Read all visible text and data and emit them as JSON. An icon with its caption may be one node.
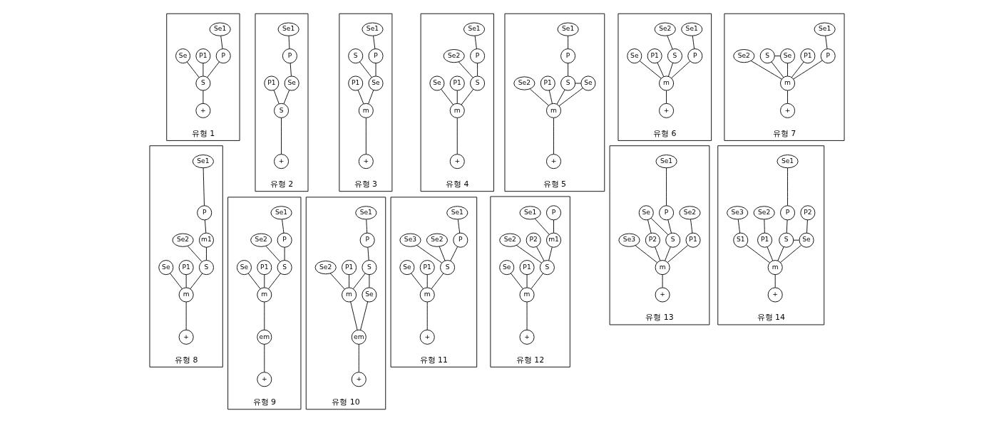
{
  "diagram": {
    "nodes": [
      {
        "text": [
          "유형 1"
        ]
      },
      {
        "text": [
          "Se1"
        ],
        "in": 0
      },
      {
        "text": [
          "P1"
        ],
        "in": 0
      },
      {
        "text": [
          "P"
        ],
        "in": 0
      },
      {
        "text": [
          "Se"
        ],
        "in": 0
      },
      {
        "text": [
          "S"
        ],
        "in": 0
      },
      {
        "text": [
          "+"
        ],
        "in": 0
      },
      {
        "text": [
          "유형 2"
        ]
      },
      {
        "text": [
          "Se1"
        ],
        "in": 7
      },
      {
        "text": [
          "P"
        ],
        "in": 7
      },
      {
        "text": [
          "P1"
        ],
        "in": 7
      },
      {
        "text": [
          "Se"
        ],
        "in": 7
      },
      {
        "text": [
          "S"
        ],
        "in": 7
      },
      {
        "text": [
          "+"
        ],
        "in": 7
      },
      {
        "text": [
          "유형 3"
        ]
      },
      {
        "text": [
          "Se1"
        ],
        "in": 14
      },
      {
        "text": [
          "S"
        ],
        "in": 14
      },
      {
        "text": [
          "P"
        ],
        "in": 14
      },
      {
        "text": [
          "P1"
        ],
        "in": 14
      },
      {
        "text": [
          "Se"
        ],
        "in": 14
      },
      {
        "text": [
          "m"
        ],
        "in": 14
      },
      {
        "text": [
          "+"
        ],
        "in": 14
      },
      {
        "text": [
          "유형 4"
        ]
      },
      {
        "text": [
          "Se1"
        ],
        "in": 22
      },
      {
        "text": [
          "P"
        ],
        "in": 22
      },
      {
        "text": [
          "Se2"
        ],
        "in": 22
      },
      {
        "text": [
          "P1"
        ],
        "in": 22
      },
      {
        "text": [
          "S"
        ],
        "in": 22
      },
      {
        "text": [
          "Se"
        ],
        "in": 22
      },
      {
        "text": [
          "m"
        ],
        "in": 22
      },
      {
        "text": [
          "+"
        ],
        "in": 22
      },
      {
        "text": [
          "유형 5"
        ]
      },
      {
        "text": [
          "Se1"
        ],
        "in": 31
      },
      {
        "text": [
          "P"
        ],
        "in": 31
      },
      {
        "text": [
          "P1"
        ],
        "in": 31
      },
      {
        "text": [
          "S"
        ],
        "in": 31
      },
      {
        "text": [
          "Se"
        ],
        "in": 31
      },
      {
        "text": [
          "Se2"
        ],
        "in": 31
      },
      {
        "text": [
          "m"
        ],
        "in": 31
      },
      {
        "text": [
          "+"
        ],
        "in": 31
      },
      {
        "text": [
          "유형 6"
        ]
      },
      {
        "text": [
          "Se1"
        ],
        "in": 40
      },
      {
        "text": [
          "Se2"
        ],
        "in": 40
      },
      {
        "text": [
          "P1"
        ],
        "in": 40
      },
      {
        "text": [
          "P"
        ],
        "in": 40
      },
      {
        "text": [
          "S"
        ],
        "in": 40
      },
      {
        "text": [
          "Se"
        ],
        "in": 40
      },
      {
        "text": [
          "m"
        ],
        "in": 40
      },
      {
        "text": [
          "+"
        ],
        "in": 40
      },
      {
        "text": [
          "유형 7"
        ]
      },
      {
        "text": [
          "Se1"
        ],
        "in": 49
      },
      {
        "text": [
          "P1"
        ],
        "in": 49
      },
      {
        "text": [
          "P"
        ],
        "in": 49
      },
      {
        "text": [
          "S"
        ],
        "in": 49
      },
      {
        "text": [
          "Se"
        ],
        "in": 49
      },
      {
        "text": [
          "Se2"
        ],
        "in": 49
      },
      {
        "text": [
          "m"
        ],
        "in": 49
      },
      {
        "text": [
          "+"
        ],
        "in": 49
      },
      {
        "text": [
          "유형 8"
        ]
      },
      {
        "text": [
          "Se1"
        ],
        "in": 58
      },
      {
        "text": [
          "P"
        ],
        "in": 58
      },
      {
        "text": [
          "m1"
        ],
        "in": 58
      },
      {
        "text": [
          "Se2"
        ],
        "in": 58
      },
      {
        "text": [
          "P1"
        ],
        "in": 58
      },
      {
        "text": [
          "S"
        ],
        "in": 58
      },
      {
        "text": [
          "Se"
        ],
        "in": 58
      },
      {
        "text": [
          "m"
        ],
        "in": 58
      },
      {
        "text": [
          "+"
        ],
        "in": 58
      },
      {
        "text": [
          "유형 9"
        ]
      },
      {
        "text": [
          "Se1"
        ],
        "in": 68
      },
      {
        "text": [
          "P"
        ],
        "in": 68
      },
      {
        "text": [
          "Se2"
        ],
        "in": 68
      },
      {
        "text": [
          "P1"
        ],
        "in": 68
      },
      {
        "text": [
          "S"
        ],
        "in": 68
      },
      {
        "text": [
          "Se"
        ],
        "in": 68
      },
      {
        "text": [
          "m"
        ],
        "in": 68
      },
      {
        "text": [
          "em"
        ],
        "in": 68
      },
      {
        "text": [
          "+"
        ],
        "in": 68
      },
      {
        "text": [
          "유형 10"
        ]
      },
      {
        "text": [
          "Se1"
        ],
        "in": 78
      },
      {
        "text": [
          "P"
        ],
        "in": 78
      },
      {
        "text": [
          "P1"
        ],
        "in": 78
      },
      {
        "text": [
          "Se2"
        ],
        "in": 78
      },
      {
        "text": [
          "S"
        ],
        "in": 78
      },
      {
        "text": [
          "m"
        ],
        "in": 78
      },
      {
        "text": [
          "Se"
        ],
        "in": 78
      },
      {
        "text": [
          "em"
        ],
        "in": 78
      },
      {
        "text": [
          "+"
        ],
        "in": 78
      },
      {
        "text": [
          "유형 11"
        ]
      },
      {
        "text": [
          "Se1"
        ],
        "in": 88
      },
      {
        "text": [
          "Se2"
        ],
        "in": 88
      },
      {
        "text": [
          "P"
        ],
        "in": 88
      },
      {
        "text": [
          "Se3"
        ],
        "in": 88
      },
      {
        "text": [
          "P1"
        ],
        "in": 88
      },
      {
        "text": [
          "S"
        ],
        "in": 88
      },
      {
        "text": [
          "Se"
        ],
        "in": 88
      },
      {
        "text": [
          "m"
        ],
        "in": 88
      },
      {
        "text": [
          "+"
        ],
        "in": 88
      },
      {
        "text": [
          "유형 12"
        ]
      },
      {
        "text": [
          "P"
        ],
        "in": 98
      },
      {
        "text": [
          "Se1"
        ],
        "in": 98
      },
      {
        "text": [
          "P2"
        ],
        "in": 98
      },
      {
        "text": [
          "m1"
        ],
        "in": 98
      },
      {
        "text": [
          "Se2"
        ],
        "in": 98
      },
      {
        "text": [
          "P1"
        ],
        "in": 98
      },
      {
        "text": [
          "S"
        ],
        "in": 98
      },
      {
        "text": [
          "Se"
        ],
        "in": 98
      },
      {
        "text": [
          "m"
        ],
        "in": 98
      },
      {
        "text": [
          "+"
        ],
        "in": 98
      },
      {
        "text": [
          "유형 13"
        ]
      },
      {
        "text": [
          "Se1"
        ],
        "in": 109
      },
      {
        "text": [
          "Se2"
        ],
        "in": 109
      },
      {
        "text": [
          "Se"
        ],
        "in": 109
      },
      {
        "text": [
          "P"
        ],
        "in": 109
      },
      {
        "text": [
          "P1"
        ],
        "in": 109
      },
      {
        "text": [
          "P2"
        ],
        "in": 109
      },
      {
        "text": [
          "S"
        ],
        "in": 109
      },
      {
        "text": [
          "Se3"
        ],
        "in": 109
      },
      {
        "text": [
          "m"
        ],
        "in": 109
      },
      {
        "text": [
          "+"
        ],
        "in": 109
      },
      {
        "text": [
          "유형 14"
        ]
      },
      {
        "text": [
          "Se1"
        ],
        "in": 120
      },
      {
        "text": [
          "Se2"
        ],
        "in": 120
      },
      {
        "text": [
          "Se3"
        ],
        "in": 120
      },
      {
        "text": [
          "P"
        ],
        "in": 120
      },
      {
        "text": [
          "P2"
        ],
        "in": 120
      },
      {
        "text": [
          "P1"
        ],
        "in": 120
      },
      {
        "text": [
          "S1"
        ],
        "in": 120
      },
      {
        "text": [
          "S"
        ],
        "in": 120
      },
      {
        "text": [
          "Se"
        ],
        "in": 120
      },
      {
        "text": [
          "m"
        ],
        "in": 120
      },
      {
        "text": [
          "+"
        ],
        "in": 120
      }
    ],
    "edges": [
      {
        "from": 1,
        "to": 3,
        "arrow": "none"
      },
      {
        "from": 2,
        "to": 5,
        "arrow": "none"
      },
      {
        "from": 3,
        "to": 5,
        "arrow": "none"
      },
      {
        "from": 4,
        "to": 5,
        "arrow": "none"
      },
      {
        "from": 5,
        "to": 6,
        "arrow": "none"
      },
      {
        "from": 8,
        "to": 9,
        "arrow": "none"
      },
      {
        "from": 9,
        "to": 11,
        "arrow": "none"
      },
      {
        "from": 10,
        "to": 12,
        "arrow": "none"
      },
      {
        "from": 11,
        "to": 12,
        "arrow": "none"
      },
      {
        "from": 12,
        "to": 13,
        "arrow": "none"
      },
      {
        "from": 15,
        "to": 17,
        "arrow": "none"
      },
      {
        "from": 16,
        "to": 19,
        "arrow": "none"
      },
      {
        "from": 17,
        "to": 19,
        "arrow": "none"
      },
      {
        "from": 18,
        "to": 20,
        "arrow": "none"
      },
      {
        "from": 19,
        "to": 20,
        "arrow": "none"
      },
      {
        "from": 20,
        "to": 21,
        "arrow": "none"
      },
      {
        "from": 23,
        "to": 24,
        "arrow": "none"
      },
      {
        "from": 24,
        "to": 27,
        "arrow": "none"
      },
      {
        "from": 25,
        "to": 27,
        "arrow": "none"
      },
      {
        "from": 26,
        "to": 29,
        "arrow": "none"
      },
      {
        "from": 27,
        "to": 29,
        "arrow": "none"
      },
      {
        "from": 28,
        "to": 29,
        "arrow": "none"
      },
      {
        "from": 29,
        "to": 30,
        "arrow": "none"
      },
      {
        "from": 32,
        "to": 33,
        "arrow": "none"
      },
      {
        "from": 33,
        "to": 35,
        "arrow": "none"
      },
      {
        "from": 35,
        "to": 36,
        "arrow": "none"
      },
      {
        "from": 34,
        "to": 38,
        "arrow": "none"
      },
      {
        "from": 35,
        "to": 38,
        "arrow": "none"
      },
      {
        "from": 36,
        "to": 38,
        "arrow": "none"
      },
      {
        "from": 37,
        "to": 38,
        "arrow": "none"
      },
      {
        "from": 38,
        "to": 39,
        "arrow": "none"
      },
      {
        "from": 41,
        "to": 44,
        "arrow": "none"
      },
      {
        "from": 42,
        "to": 45,
        "arrow": "none"
      },
      {
        "from": 43,
        "to": 47,
        "arrow": "none"
      },
      {
        "from": 44,
        "to": 47,
        "arrow": "none"
      },
      {
        "from": 45,
        "to": 47,
        "arrow": "none"
      },
      {
        "from": 46,
        "to": 47,
        "arrow": "none"
      },
      {
        "from": 47,
        "to": 48,
        "arrow": "none"
      },
      {
        "from": 50,
        "to": 52,
        "arrow": "none"
      },
      {
        "from": 53,
        "to": 54,
        "arrow": "none"
      },
      {
        "from": 51,
        "to": 56,
        "arrow": "none"
      },
      {
        "from": 52,
        "to": 56,
        "arrow": "none"
      },
      {
        "from": 53,
        "to": 56,
        "arrow": "none"
      },
      {
        "from": 54,
        "to": 56,
        "arrow": "none"
      },
      {
        "from": 55,
        "to": 56,
        "arrow": "none"
      },
      {
        "from": 56,
        "to": 57,
        "arrow": "none"
      },
      {
        "from": 59,
        "to": 60,
        "arrow": "none"
      },
      {
        "from": 60,
        "to": 61,
        "arrow": "none"
      },
      {
        "from": 61,
        "to": 64,
        "arrow": "none"
      },
      {
        "from": 62,
        "to": 64,
        "arrow": "none"
      },
      {
        "from": 63,
        "to": 66,
        "arrow": "none"
      },
      {
        "from": 64,
        "to": 66,
        "arrow": "none"
      },
      {
        "from": 65,
        "to": 66,
        "arrow": "none"
      },
      {
        "from": 66,
        "to": 67,
        "arrow": "none"
      },
      {
        "from": 69,
        "to": 70,
        "arrow": "none"
      },
      {
        "from": 70,
        "to": 73,
        "arrow": "none"
      },
      {
        "from": 71,
        "to": 73,
        "arrow": "none"
      },
      {
        "from": 72,
        "to": 75,
        "arrow": "none"
      },
      {
        "from": 73,
        "to": 75,
        "arrow": "none"
      },
      {
        "from": 74,
        "to": 75,
        "arrow": "none"
      },
      {
        "from": 75,
        "to": 76,
        "arrow": "none"
      },
      {
        "from": 76,
        "to": 77,
        "arrow": "none"
      },
      {
        "from": 79,
        "to": 80,
        "arrow": "none"
      },
      {
        "from": 80,
        "to": 83,
        "arrow": "none"
      },
      {
        "from": 81,
        "to": 84,
        "arrow": "none"
      },
      {
        "from": 82,
        "to": 84,
        "arrow": "none"
      },
      {
        "from": 83,
        "to": 84,
        "arrow": "none"
      },
      {
        "from": 83,
        "to": 85,
        "arrow": "none"
      },
      {
        "from": 84,
        "to": 86,
        "arrow": "none"
      },
      {
        "from": 85,
        "to": 86,
        "arrow": "none"
      },
      {
        "from": 86,
        "to": 87,
        "arrow": "none"
      },
      {
        "from": 89,
        "to": 91,
        "arrow": "none"
      },
      {
        "from": 90,
        "to": 94,
        "arrow": "none"
      },
      {
        "from": 91,
        "to": 94,
        "arrow": "none"
      },
      {
        "from": 92,
        "to": 94,
        "arrow": "none"
      },
      {
        "from": 93,
        "to": 96,
        "arrow": "none"
      },
      {
        "from": 94,
        "to": 96,
        "arrow": "none"
      },
      {
        "from": 95,
        "to": 96,
        "arrow": "none"
      },
      {
        "from": 96,
        "to": 97,
        "arrow": "none"
      },
      {
        "from": 99,
        "to": 102,
        "arrow": "none"
      },
      {
        "from": 100,
        "to": 102,
        "arrow": "none"
      },
      {
        "from": 101,
        "to": 105,
        "arrow": "none"
      },
      {
        "from": 102,
        "to": 105,
        "arrow": "none"
      },
      {
        "from": 103,
        "to": 105,
        "arrow": "none"
      },
      {
        "from": 104,
        "to": 107,
        "arrow": "none"
      },
      {
        "from": 105,
        "to": 107,
        "arrow": "none"
      },
      {
        "from": 106,
        "to": 107,
        "arrow": "none"
      },
      {
        "from": 107,
        "to": 108,
        "arrow": "none"
      },
      {
        "from": 110,
        "to": 113,
        "arrow": "none"
      },
      {
        "from": 111,
        "to": 114,
        "arrow": "none"
      },
      {
        "from": 112,
        "to": 115,
        "arrow": "none"
      },
      {
        "from": 112,
        "to": 116,
        "arrow": "none"
      },
      {
        "from": 113,
        "to": 116,
        "arrow": "none"
      },
      {
        "from": 114,
        "to": 118,
        "arrow": "none"
      },
      {
        "from": 115,
        "to": 118,
        "arrow": "none"
      },
      {
        "from": 116,
        "to": 118,
        "arrow": "none"
      },
      {
        "from": 117,
        "to": 118,
        "arrow": "none"
      },
      {
        "from": 118,
        "to": 119,
        "arrow": "none"
      },
      {
        "from": 121,
        "to": 124,
        "arrow": "none"
      },
      {
        "from": 122,
        "to": 126,
        "arrow": "none"
      },
      {
        "from": 123,
        "to": 127,
        "arrow": "none"
      },
      {
        "from": 124,
        "to": 128,
        "arrow": "none"
      },
      {
        "from": 125,
        "to": 129,
        "arrow": "none"
      },
      {
        "from": 128,
        "to": 129,
        "arrow": "none"
      },
      {
        "from": 126,
        "to": 130,
        "arrow": "none"
      },
      {
        "from": 127,
        "to": 130,
        "arrow": "none"
      },
      {
        "from": 128,
        "to": 130,
        "arrow": "none"
      },
      {
        "from": 129,
        "to": 130,
        "arrow": "none"
      },
      {
        "from": 130,
        "to": 131,
        "arrow": "none"
      }
    ]
  }
}
